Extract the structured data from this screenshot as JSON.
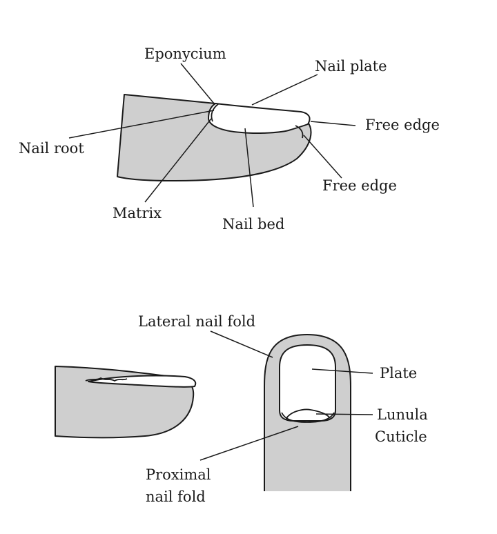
{
  "colors": {
    "skin": "#cfcfcf",
    "outline": "#1a1a1a",
    "background": "#ffffff",
    "nail": "#ffffff"
  },
  "top_diagram": {
    "labels": {
      "eponycium": "Eponycium",
      "nail_plate": "Nail plate",
      "free_edge_right": "Free edge",
      "nail_root": "Nail root",
      "free_edge_lower": "Free edge",
      "matrix": "Matrix",
      "nail_bed": "Nail bed"
    }
  },
  "bottom_diagram": {
    "labels": {
      "lateral_nail_fold": "Lateral nail fold",
      "plate": "Plate",
      "lunula": "Lunula",
      "cuticle": "Cuticle",
      "proximal_line1": "Proximal",
      "proximal_line2": "nail fold"
    }
  }
}
